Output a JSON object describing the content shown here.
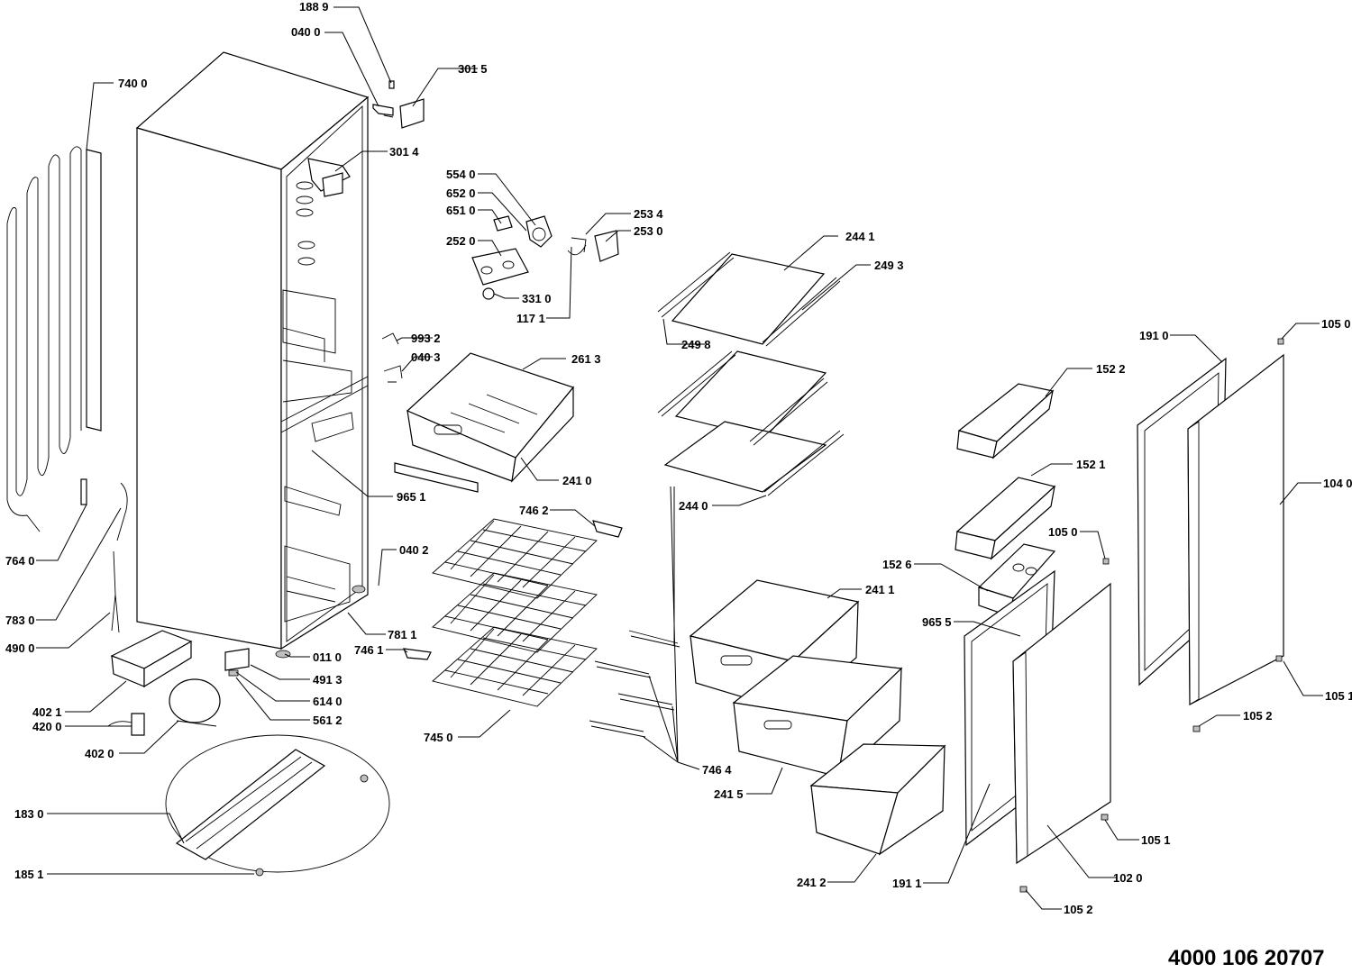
{
  "document_code": "4000 106 20707",
  "labels": {
    "p1889": "188 9",
    "p0400a": "040 0",
    "p3015": "301 5",
    "p7400": "740 0",
    "p3014": "301 4",
    "p5540": "554 0",
    "p6520": "652 0",
    "p6510": "651 0",
    "p2534": "253 4",
    "p2530": "253 0",
    "p2520": "252 0",
    "p3310": "331 0",
    "p1171": "117 1",
    "p2441": "244 1",
    "p2493": "249 3",
    "p2498": "249 8",
    "p9932": "993 2",
    "p0403": "040 3",
    "p2613": "261 3",
    "p2410": "241 0",
    "p9651": "965 1",
    "p2440": "244 0",
    "p1910": "191 0",
    "p1050a": "105 0",
    "p1522": "152 2",
    "p1521": "152 1",
    "p1040": "104 0",
    "p1050b": "105 0",
    "p1526": "152 6",
    "p9655": "965 5",
    "p7640": "764 0",
    "p7830": "783 0",
    "p4900": "490 0",
    "p7462": "746 2",
    "p0402": "040 2",
    "p7811": "781 1",
    "p7461": "746 1",
    "p0110": "011 0",
    "p4913": "491 3",
    "p6140": "614 0",
    "p5612": "561 2",
    "p4021": "402 1",
    "p4200": "420 0",
    "p4020": "402 0",
    "p2411": "241 1",
    "p7450": "745 0",
    "p7464": "746 4",
    "p2415": "241 5",
    "p1051a": "105 1",
    "p1052a": "105 2",
    "p1830": "183 0",
    "p1851": "185 1",
    "p2412": "241 2",
    "p1911": "191 1",
    "p1020": "102 0",
    "p1051b": "105 1",
    "p1052b": "105 2"
  }
}
